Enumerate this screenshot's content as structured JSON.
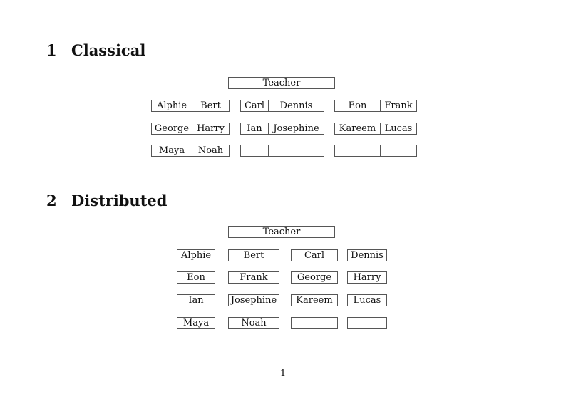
{
  "page_number": "1",
  "colors": {
    "background": "#ffffff",
    "text": "#111111",
    "box_border": "#565656"
  },
  "sections": [
    {
      "number": "1",
      "title": "Classical",
      "teacher_label": "Teacher",
      "desk_rows": [
        [
          [
            "Alphie",
            "Bert"
          ],
          [
            "Carl",
            "Dennis"
          ],
          [
            "Eon",
            "Frank"
          ]
        ],
        [
          [
            "George",
            "Harry"
          ],
          [
            "Ian",
            "Josephine"
          ],
          [
            "Kareem",
            "Lucas"
          ]
        ],
        [
          [
            "Maya",
            "Noah"
          ],
          [
            "",
            ""
          ],
          [
            "",
            ""
          ]
        ]
      ]
    },
    {
      "number": "2",
      "title": "Distributed",
      "teacher_label": "Teacher",
      "desk_rows": [
        [
          "Alphie",
          "Bert",
          "Carl",
          "Dennis"
        ],
        [
          "Eon",
          "Frank",
          "George",
          "Harry"
        ],
        [
          "Ian",
          "Josephine",
          "Kareem",
          "Lucas"
        ],
        [
          "Maya",
          "Noah",
          "",
          ""
        ]
      ]
    }
  ]
}
